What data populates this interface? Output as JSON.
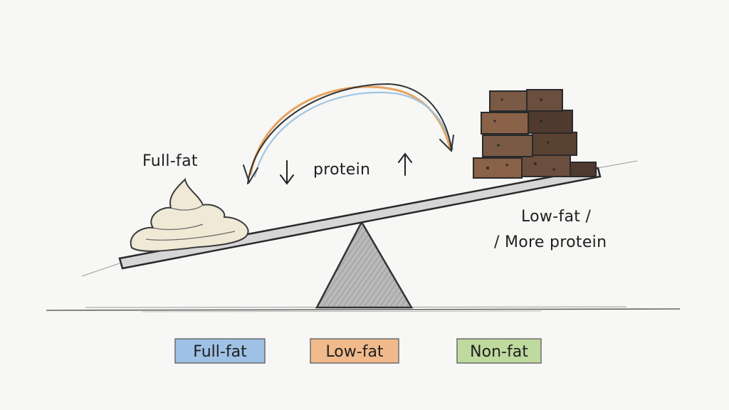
{
  "labels": {
    "full_fat": "Full-fat",
    "protein": "protein",
    "low_fat_line1": "Low-fat /",
    "low_fat_line2": "/ More protein"
  },
  "legend": [
    {
      "label": "Full-fat",
      "color": "#8fb8e3"
    },
    {
      "label": "Low-fat",
      "color": "#f0b07a"
    },
    {
      "label": "Non-fat",
      "color": "#b5d58f"
    }
  ],
  "colors": {
    "cream": "#efe9d6",
    "brick": "#8a6248",
    "brick_dark": "#4e3a2e",
    "fulcrum": "#7a7a7a",
    "arrow_orange": "#e8a35f",
    "arrow_blue": "#9fc5e3"
  }
}
